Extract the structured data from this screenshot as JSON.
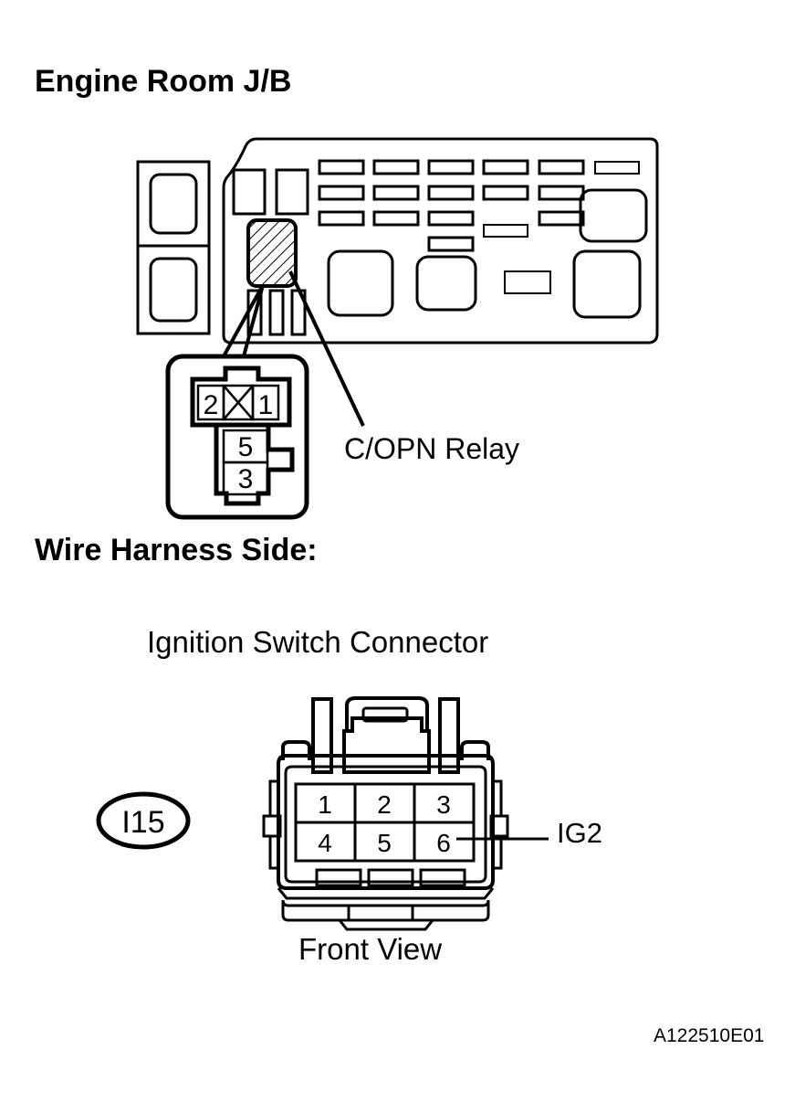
{
  "document": {
    "figure_code": "A122510E01"
  },
  "sections": [
    {
      "id": "engine-room-jb",
      "heading": "Engine Room J/B",
      "callout_label": "C/OPN Relay",
      "relay_connector": {
        "pins_top_row": [
          "2",
          "X",
          "1"
        ],
        "pins_lower_column": [
          "5",
          "3"
        ]
      }
    },
    {
      "id": "wire-harness-side",
      "heading": "Wire Harness Side:",
      "connector_title": "Ignition Switch Connector",
      "connector_code": "I15",
      "view_label": "Front View",
      "terminal_label": "IG2",
      "terminal_rows": [
        [
          "1",
          "2",
          "3"
        ],
        [
          "4",
          "5",
          "6"
        ]
      ]
    }
  ],
  "colors": {
    "ink": "#000000",
    "paper": "#ffffff"
  }
}
